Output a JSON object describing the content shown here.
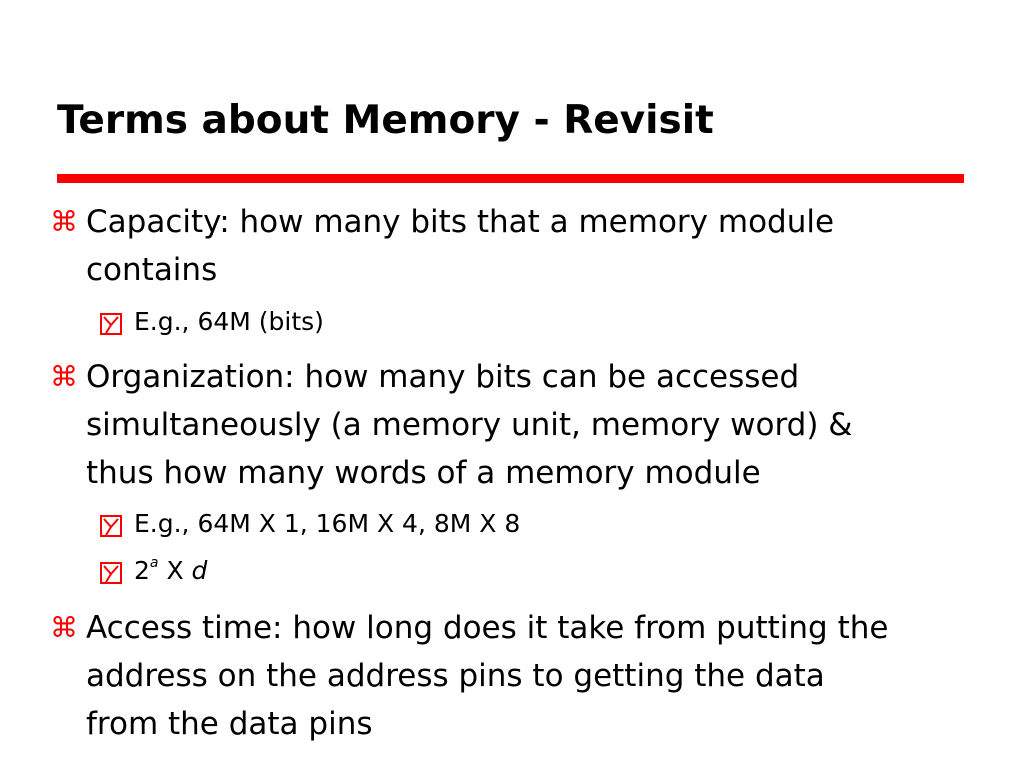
{
  "slide": {
    "title": "Terms about Memory - Revisit",
    "accent_color": "#ff0000",
    "bullets": [
      {
        "marker": "⌘",
        "lines": [
          "Capacity: how many bits that a memory module",
          "contains"
        ],
        "sub": [
          {
            "marker": "checkbox-icon",
            "text": "E.g., 64M (bits)"
          }
        ]
      },
      {
        "marker": "⌘",
        "lines": [
          "Organization: how many bits can be accessed",
          "simultaneously (a memory unit, memory word) &",
          "thus how many words of a memory module"
        ],
        "sub": [
          {
            "marker": "checkbox-icon",
            "text": "E.g., 64M X 1, 16M X 4, 8M X 8"
          },
          {
            "marker": "checkbox-icon",
            "base": "2",
            "exponent": "a",
            "middle": " X ",
            "tail": "d"
          }
        ]
      },
      {
        "marker": "⌘",
        "lines": [
          "Access time: how long does it take from putting the",
          "address on the address pins to getting the data",
          "from the data pins"
        ],
        "sub": []
      }
    ]
  }
}
